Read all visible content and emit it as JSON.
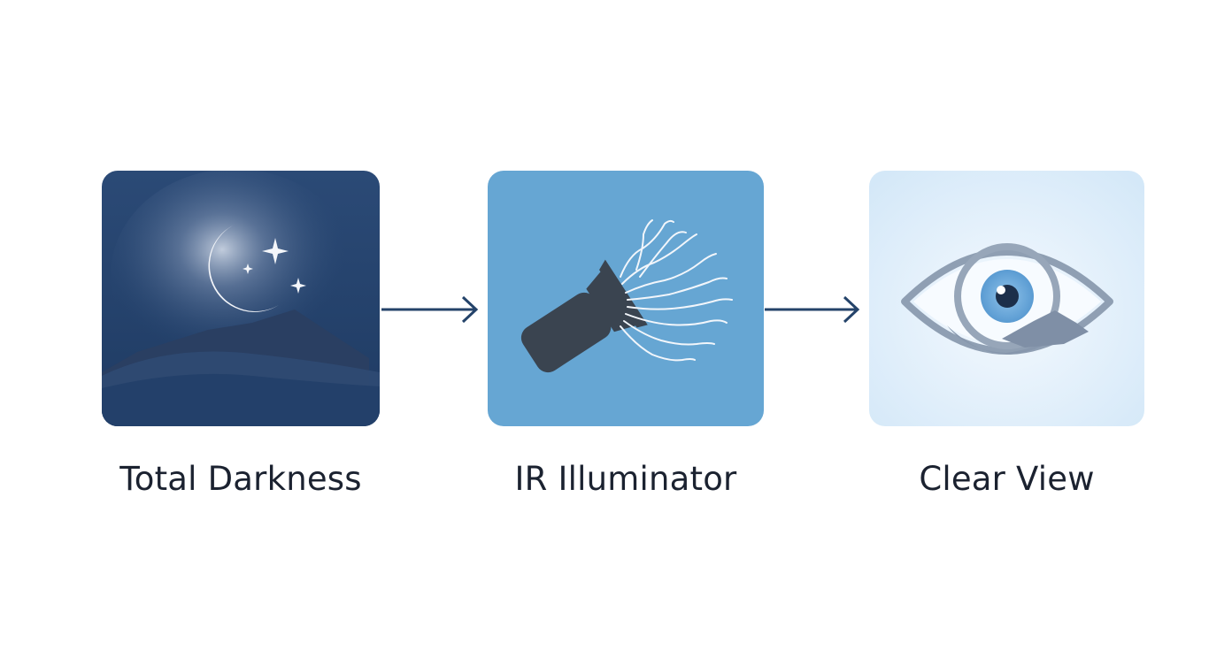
{
  "steps": [
    {
      "label": "Total Darkness",
      "icon": "moon-night-icon",
      "color": "#26436d"
    },
    {
      "label": "IR Illuminator",
      "icon": "flashlight-icon",
      "color": "#66a6d3"
    },
    {
      "label": "Clear View",
      "icon": "eye-icon",
      "color": "#dcecf9"
    }
  ],
  "connectors": [
    "arrow-right-icon",
    "arrow-right-icon"
  ],
  "colors": {
    "arrow": "#24436a",
    "caption_text": "#1b2230"
  }
}
